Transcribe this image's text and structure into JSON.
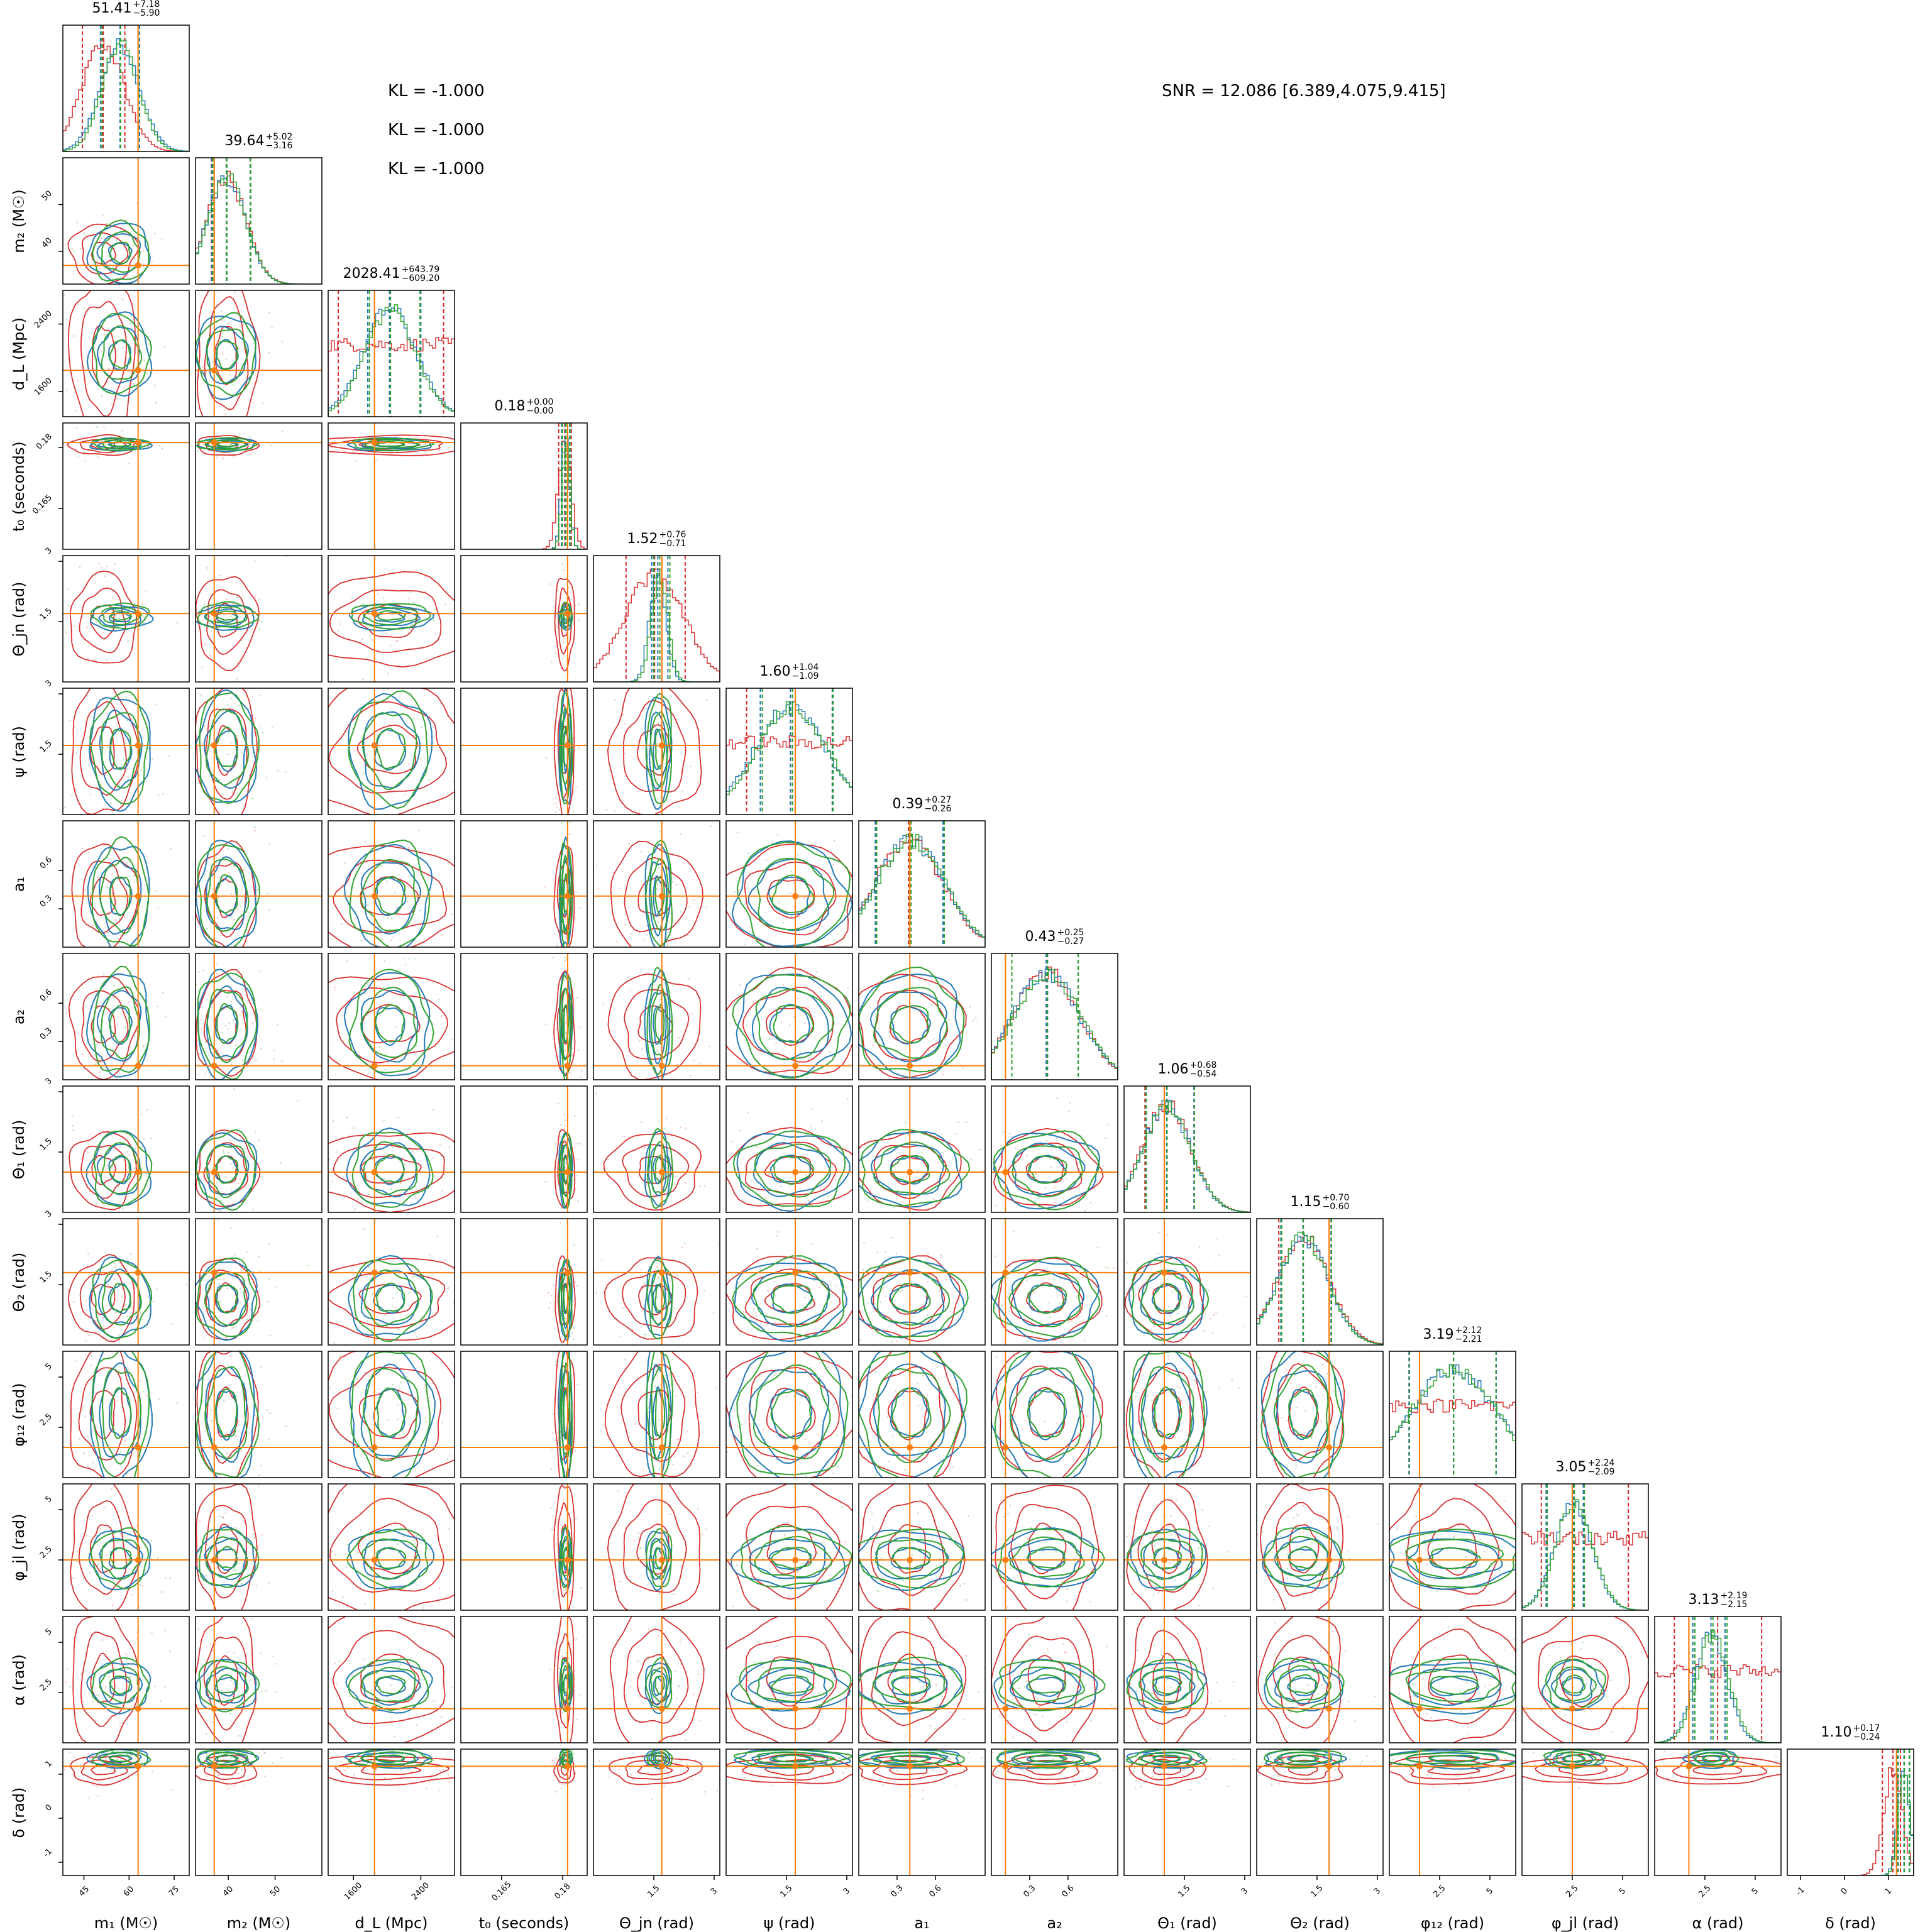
{
  "annotations": {
    "kl_lines": [
      "KL = -1.000",
      "KL = -1.000",
      "KL = -1.000"
    ],
    "snr": "SNR = 12.086 [6.389,4.075,9.415]"
  },
  "colors": {
    "blue": "#1f77b4",
    "green": "#2ca02c",
    "red": "#d62728",
    "truth": "#ff7f0e",
    "sample_green": "#8fd18f",
    "sample_red": "#f2a0a0"
  },
  "chart_data": {
    "type": "corner",
    "parameters": [
      {
        "label": "m₁ (M☉)",
        "range": [
          38,
          80
        ],
        "ticks": [
          45,
          60,
          75
        ],
        "truth": 63,
        "summary": {
          "value": "51.41",
          "plus": "+7.18",
          "minus": "−5.90"
        },
        "quantiles": {
          "blue": [
            50.5,
            57.0,
            63.5
          ],
          "green": [
            51.0,
            57.2,
            63.0
          ],
          "red": [
            44.5,
            51.4,
            58.6
          ]
        }
      },
      {
        "label": "m₂ (M☉)",
        "range": [
          33,
          60
        ],
        "ticks": [
          40,
          50
        ],
        "truth": 37,
        "summary": {
          "value": "39.64",
          "plus": "+5.02",
          "minus": "−3.16"
        },
        "quantiles": {
          "blue": [
            36.5,
            39.6,
            44.7
          ],
          "green": [
            36.7,
            39.7,
            44.8
          ],
          "red": [
            36.4,
            39.6,
            44.7
          ]
        }
      },
      {
        "label": "d_L (Mpc)",
        "range": [
          1300,
          2800
        ],
        "ticks": [
          1600,
          2400
        ],
        "truth": 1850,
        "summary": {
          "value": "2028.41",
          "plus": "+643.79",
          "minus": "−609.20"
        },
        "quantiles": {
          "blue": [
            1770,
            2030,
            2400
          ],
          "green": [
            1790,
            2040,
            2390
          ],
          "red": [
            1420,
            2028,
            2670
          ]
        }
      },
      {
        "label": "t₀ (seconds)",
        "range": [
          0.155,
          0.186
        ],
        "ticks": [
          0.165,
          0.18
        ],
        "truth": 0.1812,
        "summary": {
          "value": "0.18",
          "plus": "+0.00",
          "minus": "−0.00"
        },
        "quantiles": {
          "blue": [
            0.1797,
            0.1807,
            0.1817
          ],
          "green": [
            0.1799,
            0.1808,
            0.1818
          ],
          "red": [
            0.179,
            0.1805,
            0.1821
          ]
        }
      },
      {
        "label": "Θ_jn (rad)",
        "range": [
          0,
          3.1416
        ],
        "ticks": [
          1.5,
          3.0
        ],
        "truth": 1.7,
        "summary": {
          "value": "1.52",
          "plus": "+0.76",
          "minus": "−0.71"
        },
        "quantiles": {
          "blue": [
            1.45,
            1.6,
            1.85
          ],
          "green": [
            1.5,
            1.65,
            1.9
          ],
          "red": [
            0.81,
            1.52,
            2.28
          ]
        }
      },
      {
        "label": "ψ (rad)",
        "range": [
          0,
          3.1416
        ],
        "ticks": [
          1.5,
          3.0
        ],
        "truth": 1.72,
        "summary": {
          "value": "1.60",
          "plus": "+1.04",
          "minus": "−1.09"
        },
        "quantiles": {
          "blue": [
            0.85,
            1.6,
            2.64
          ],
          "green": [
            0.9,
            1.65,
            2.66
          ],
          "red": [
            0.51,
            1.6,
            2.64
          ]
        }
      },
      {
        "label": "a₁",
        "range": [
          0,
          0.99
        ],
        "ticks": [
          0.3,
          0.6
        ],
        "truth": 0.4,
        "summary": {
          "value": "0.39",
          "plus": "+0.27",
          "minus": "−0.26"
        },
        "quantiles": {
          "blue": [
            0.13,
            0.4,
            0.66
          ],
          "green": [
            0.14,
            0.41,
            0.67
          ],
          "red": [
            0.13,
            0.39,
            0.66
          ]
        }
      },
      {
        "label": "a₂",
        "range": [
          0,
          0.99
        ],
        "ticks": [
          0.3,
          0.6
        ],
        "truth": 0.11,
        "summary": {
          "value": "0.43",
          "plus": "+0.25",
          "minus": "−0.27"
        },
        "quantiles": {
          "blue": [
            0.16,
            0.43,
            0.68
          ],
          "green": [
            0.16,
            0.44,
            0.68
          ],
          "red": [
            0.16,
            0.43,
            0.68
          ]
        }
      },
      {
        "label": "Θ₁ (rad)",
        "range": [
          0,
          3.1416
        ],
        "ticks": [
          1.5,
          3.0
        ],
        "truth": 1.0,
        "summary": {
          "value": "1.06",
          "plus": "+0.68",
          "minus": "−0.54"
        },
        "quantiles": {
          "blue": [
            0.55,
            1.06,
            1.74
          ],
          "green": [
            0.55,
            1.07,
            1.75
          ],
          "red": [
            0.52,
            1.06,
            1.74
          ]
        }
      },
      {
        "label": "Θ₂ (rad)",
        "range": [
          0,
          3.1416
        ],
        "ticks": [
          1.5,
          3.0
        ],
        "truth": 1.8,
        "summary": {
          "value": "1.15",
          "plus": "+0.70",
          "minus": "−0.60"
        },
        "quantiles": {
          "blue": [
            0.6,
            1.15,
            1.85
          ],
          "green": [
            0.62,
            1.16,
            1.86
          ],
          "red": [
            0.55,
            1.15,
            1.85
          ]
        }
      },
      {
        "label": "φ₁₂ (rad)",
        "range": [
          0,
          6.2832
        ],
        "ticks": [
          2.5,
          5.0
        ],
        "truth": 1.5,
        "summary": {
          "value": "3.19",
          "plus": "+2.12",
          "minus": "−2.21"
        },
        "quantiles": {
          "blue": [
            0.98,
            3.19,
            5.31
          ],
          "green": [
            1.0,
            3.2,
            5.3
          ],
          "red": [
            0.98,
            3.19,
            5.31
          ]
        }
      },
      {
        "label": "φ_jl (rad)",
        "range": [
          0,
          6.2832
        ],
        "ticks": [
          2.5,
          5.0
        ],
        "truth": 2.5,
        "summary": {
          "value": "3.05",
          "plus": "+2.24",
          "minus": "−2.09"
        },
        "quantiles": {
          "blue": [
            1.2,
            2.55,
            3.05
          ],
          "green": [
            1.25,
            2.6,
            3.1
          ],
          "red": [
            0.96,
            3.05,
            5.29
          ]
        }
      },
      {
        "label": "α (rad)",
        "range": [
          0,
          6.2832
        ],
        "ticks": [
          2.5,
          5.0
        ],
        "truth": 1.7,
        "summary": {
          "value": "3.13",
          "plus": "+2.19",
          "minus": "−2.15"
        },
        "quantiles": {
          "blue": [
            1.9,
            2.8,
            3.5
          ],
          "green": [
            2.0,
            2.9,
            3.6
          ],
          "red": [
            0.98,
            3.13,
            5.32
          ]
        }
      },
      {
        "label": "δ (rad)",
        "range": [
          -1.3,
          1.57
        ],
        "ticks": [
          -1,
          0,
          1
        ],
        "truth": 1.18,
        "summary": {
          "value": "1.10",
          "plus": "+0.17",
          "minus": "−0.24"
        },
        "quantiles": {
          "blue": [
            1.2,
            1.35,
            1.47
          ],
          "green": [
            1.22,
            1.36,
            1.48
          ],
          "red": [
            0.86,
            1.1,
            1.27
          ]
        }
      }
    ]
  }
}
